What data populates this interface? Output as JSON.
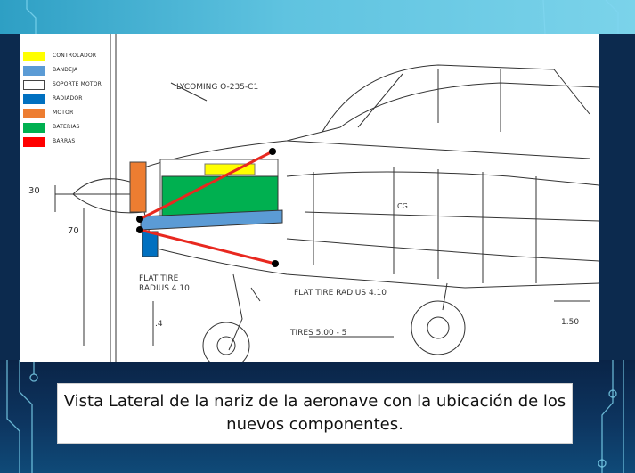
{
  "legend": [
    {
      "label": "CONTROLADOR",
      "color": "#ffff00"
    },
    {
      "label": "BANDEJA",
      "color": "#5b9bd5"
    },
    {
      "label": "SOPORTE MOTOR",
      "color": "#ffffff"
    },
    {
      "label": "RADIADOR",
      "color": "#0070c0"
    },
    {
      "label": "MOTOR",
      "color": "#ed7d31"
    },
    {
      "label": "BATERIAS",
      "color": "#00b050"
    },
    {
      "label": "BARRAS",
      "color": "#ff0000"
    }
  ],
  "drawing_labels": {
    "engine_model": "LYCOMING O-235-C1",
    "flat_tire_left_1": "FLAT TIRE",
    "flat_tire_left_2": "RADIUS 4.10",
    "flat_tire_right": "FLAT TIRE RADIUS 4.10",
    "tires": "TIRES 5.00 - 5",
    "cg": "CG",
    "dim_30": "30",
    "dim_70": "70",
    "dim_4": ".4",
    "dim_150": "1.50"
  },
  "caption": "Vista Lateral de la nariz de la aeronave con la ubicación de los nuevos componentes."
}
